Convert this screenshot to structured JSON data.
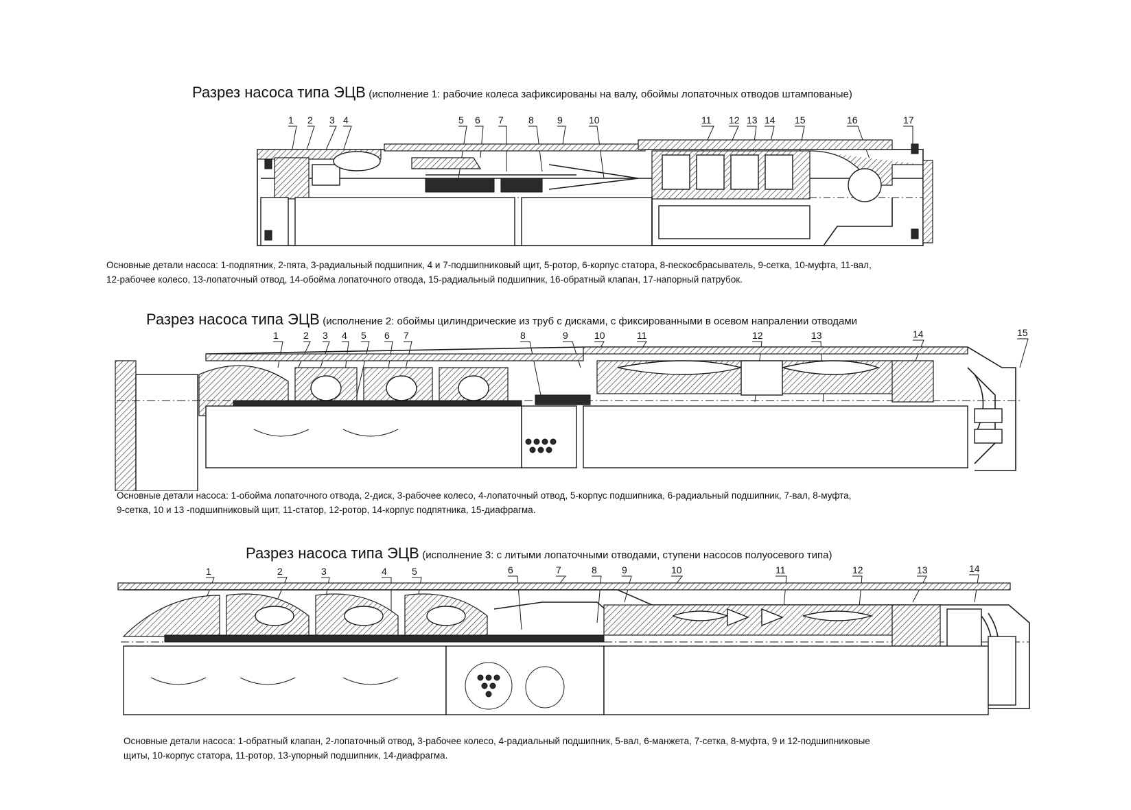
{
  "sections": [
    {
      "title": "Разрез насоса типа ЭЦВ",
      "subtitle": "(исполнение 1: рабочие колеса зафиксированы на валу, обоймы лопаточных отводов штампованые)",
      "labels": [
        "1",
        "2",
        "3",
        "4",
        "5",
        "6",
        "7",
        "8",
        "9",
        "10",
        "11",
        "12",
        "13",
        "14",
        "15",
        "16",
        "17"
      ],
      "caption_lines": [
        "Основные детали насоса: 1-подпятник, 2-пята, 3-радиальный подшипник, 4 и 7-подшипниковый щит, 5-ротор, 6-корпус статора, 8-пескосбрасыватель, 9-сетка, 10-муфта, 11-вал,",
        "12-рабочее колесо, 13-лопаточный отвод, 14-обойма лопаточного отвода, 15-радиальный подшипник, 16-обратный клапан, 17-напорный патрубок."
      ]
    },
    {
      "title": "Разрез насоса типа ЭЦВ",
      "subtitle": "(исполнение 2: обоймы цилиндрические из труб с дисками, с фиксированными в осевом напралении отводами",
      "labels": [
        "1",
        "2",
        "3",
        "4",
        "5",
        "6",
        "7",
        "8",
        "9",
        "10",
        "11",
        "12",
        "13",
        "14",
        "15"
      ],
      "caption_lines": [
        "Основные детали насоса: 1-обойма лопаточного отвода, 2-диск, 3-рабочее колесо, 4-лопаточный отвод, 5-корпус подшипника, 6-радиальный подшипник, 7-вал, 8-муфта,",
        "9-сетка, 10 и 13 -подшипниковый щит, 11-статор, 12-ротор, 14-корпус подпятника, 15-диафрагма."
      ]
    },
    {
      "title": "Разрез насоса типа ЭЦВ",
      "subtitle": "(исполнение 3: с литыми лопаточными отводами, ступени насосов полуосевого типа)",
      "labels": [
        "1",
        "2",
        "3",
        "4",
        "5",
        "6",
        "7",
        "8",
        "9",
        "10",
        "11",
        "12",
        "13",
        "14"
      ],
      "caption_lines": [
        "Основные детали насоса: 1-обратный клапан, 2-лопаточный отвод, 3-рабочее колесо, 4-радиальный подшипник, 5-вал, 6-манжета, 7-сетка, 8-муфта, 9 и 12-подшипниковые",
        "щиты, 10-корпус статора, 11-ротор, 13-упорный подшипник, 14-диафрагма."
      ]
    }
  ]
}
